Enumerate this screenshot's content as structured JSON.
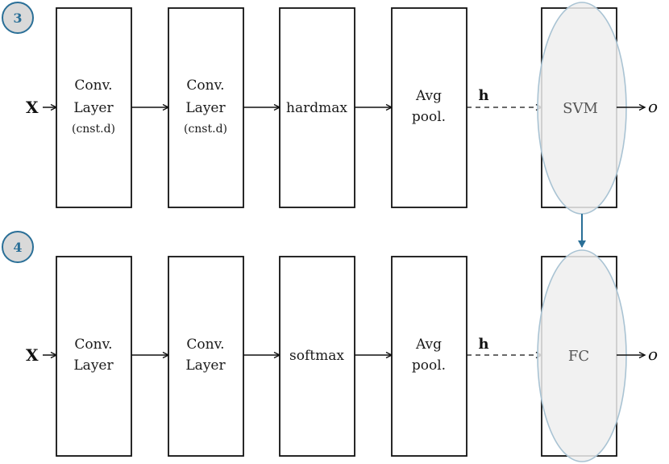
{
  "colors": {
    "accent": "#2a6f97",
    "badge_fill": "#d9d9d9",
    "ellipse_fill": "#eeeeee",
    "ellipse_stroke": "#a9c3d3",
    "box_stroke": "#111111"
  },
  "rows": [
    {
      "step": "3",
      "input": "X",
      "boxes": [
        {
          "lines": [
            "Conv.",
            "Layer"
          ],
          "sub": "(cnst.d)"
        },
        {
          "lines": [
            "Conv.",
            "Layer"
          ],
          "sub": "(cnst.d)"
        },
        {
          "lines": [
            "hardmax"
          ],
          "sub": ""
        },
        {
          "lines": [
            "Avg",
            "pool."
          ],
          "sub": ""
        }
      ],
      "hidden": "h",
      "classifier": "SVM",
      "output": "o"
    },
    {
      "step": "4",
      "input": "X",
      "boxes": [
        {
          "lines": [
            "Conv.",
            "Layer"
          ],
          "sub": ""
        },
        {
          "lines": [
            "Conv.",
            "Layer"
          ],
          "sub": ""
        },
        {
          "lines": [
            "softmax"
          ],
          "sub": ""
        },
        {
          "lines": [
            "Avg",
            "pool."
          ],
          "sub": ""
        }
      ],
      "hidden": "h",
      "classifier": "FC",
      "output": "o"
    }
  ]
}
